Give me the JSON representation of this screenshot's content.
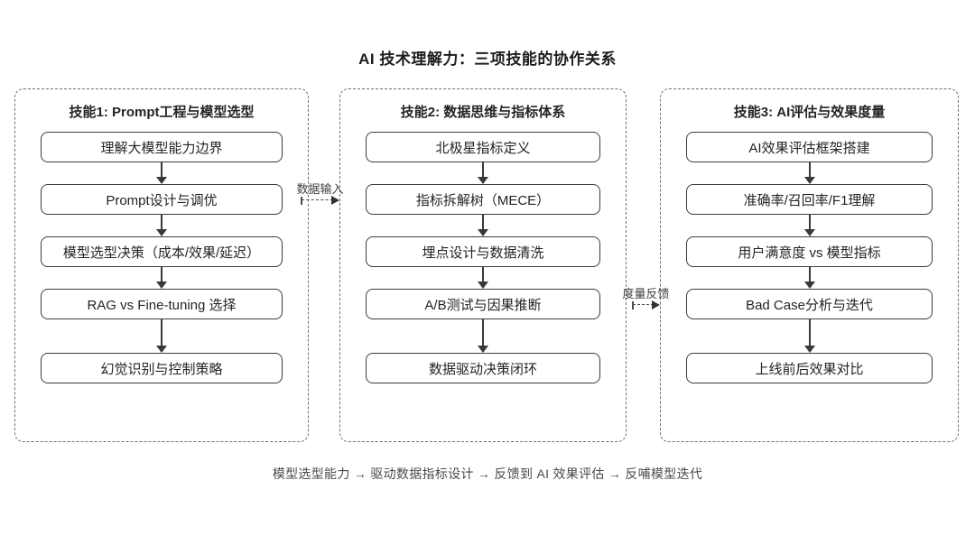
{
  "title": "AI 技术理解力：三项技能的协作关系",
  "columns": [
    {
      "header": "技能1: Prompt工程与模型选型",
      "steps": [
        "理解大模型能力边界",
        "Prompt设计与调优",
        "模型选型决策（成本/效果/延迟）",
        "RAG vs Fine-tuning 选择",
        "幻觉识别与控制策略"
      ]
    },
    {
      "header": "技能2: 数据思维与指标体系",
      "steps": [
        "北极星指标定义",
        "指标拆解树（MECE）",
        "埋点设计与数据清洗",
        "A/B测试与因果推断",
        "数据驱动决策闭环"
      ]
    },
    {
      "header": "技能3: AI评估与效果度量",
      "steps": [
        "AI效果评估框架搭建",
        "准确率/召回率/F1理解",
        "用户满意度 vs 模型指标",
        "Bad Case分析与迭代",
        "上线前后效果对比"
      ]
    }
  ],
  "connectors": [
    {
      "label": "数据输入"
    },
    {
      "label": "度量反馈"
    }
  ],
  "footer": "模型选型能力 → 驱动数据指标设计 → 反馈到 AI 效果评估 → 反哺模型迭代",
  "colors": {
    "background": "#ffffff",
    "panel_border": "#6e6e6e",
    "box_border": "#3c3c3c",
    "text": "#242424",
    "muted_text": "#4a4a4a"
  }
}
